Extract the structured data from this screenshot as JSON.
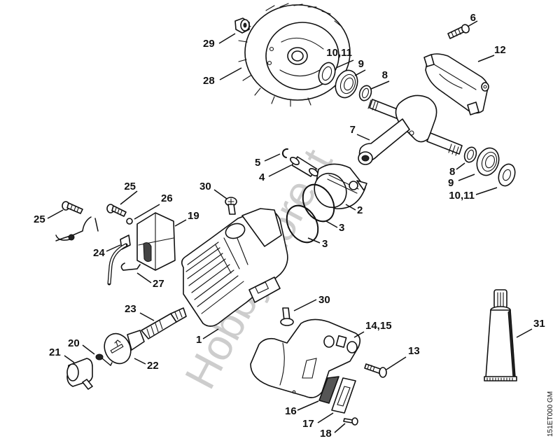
{
  "diagram": {
    "title": "Cylinder, Piston, Crankshaft, Ignition & Muffler exploded view",
    "watermark": "HobbyStore.it",
    "drawing_code": "151ET000 GM",
    "colors": {
      "line": "#111111",
      "watermark": "#bdbdbd",
      "background": "#ffffff"
    }
  },
  "parts": [
    {
      "id": "p1",
      "label": "1",
      "name": "Cylinder"
    },
    {
      "id": "p2",
      "label": "2",
      "name": "Piston"
    },
    {
      "id": "p3a",
      "label": "3",
      "name": "Piston ring (upper)"
    },
    {
      "id": "p3b",
      "label": "3",
      "name": "Piston ring (lower)"
    },
    {
      "id": "p4",
      "label": "4",
      "name": "Piston pin"
    },
    {
      "id": "p5",
      "label": "5",
      "name": "Snap ring"
    },
    {
      "id": "p6",
      "label": "6",
      "name": "Screw"
    },
    {
      "id": "p7",
      "label": "7",
      "name": "Crankshaft"
    },
    {
      "id": "p8a",
      "label": "8",
      "name": "Washer (flywheel side)"
    },
    {
      "id": "p8b",
      "label": "8",
      "name": "Washer (clutch side)"
    },
    {
      "id": "p9a",
      "label": "9",
      "name": "Ball bearing (flywheel side)"
    },
    {
      "id": "p9b",
      "label": "9",
      "name": "Ball bearing (clutch side)"
    },
    {
      "id": "p10a",
      "label": "10,11",
      "name": "Oil seal (flywheel side)"
    },
    {
      "id": "p10b",
      "label": "10,11",
      "name": "Oil seal (clutch side)"
    },
    {
      "id": "p12",
      "label": "12",
      "name": "Bearing housing"
    },
    {
      "id": "p13",
      "label": "13",
      "name": "Screw"
    },
    {
      "id": "p14",
      "label": "14,15",
      "name": "Muffler"
    },
    {
      "id": "p16",
      "label": "16",
      "name": "Spark arresting screen"
    },
    {
      "id": "p17",
      "label": "17",
      "name": "Cover plate"
    },
    {
      "id": "p18",
      "label": "18",
      "name": "Screw"
    },
    {
      "id": "p19",
      "label": "19",
      "name": "Ignition module"
    },
    {
      "id": "p20",
      "label": "20",
      "name": "Leg spring"
    },
    {
      "id": "p21",
      "label": "21",
      "name": "Spark plug boot"
    },
    {
      "id": "p22",
      "label": "22",
      "name": "Cylinder cover knob"
    },
    {
      "id": "p23",
      "label": "23",
      "name": "Spark plug"
    },
    {
      "id": "p24",
      "label": "24",
      "name": "Grommet"
    },
    {
      "id": "p25a",
      "label": "25",
      "name": "Screw"
    },
    {
      "id": "p25b",
      "label": "25",
      "name": "Screw"
    },
    {
      "id": "p26",
      "label": "26",
      "name": "Washer"
    },
    {
      "id": "p27",
      "label": "27",
      "name": "Clip"
    },
    {
      "id": "p28",
      "label": "28",
      "name": "Flywheel"
    },
    {
      "id": "p29",
      "label": "29",
      "name": "Nut"
    },
    {
      "id": "p30a",
      "label": "30",
      "name": "Screw (upper)"
    },
    {
      "id": "p30b",
      "label": "30",
      "name": "Screw (lower)"
    },
    {
      "id": "p31",
      "label": "31",
      "name": "Grease tube"
    }
  ]
}
